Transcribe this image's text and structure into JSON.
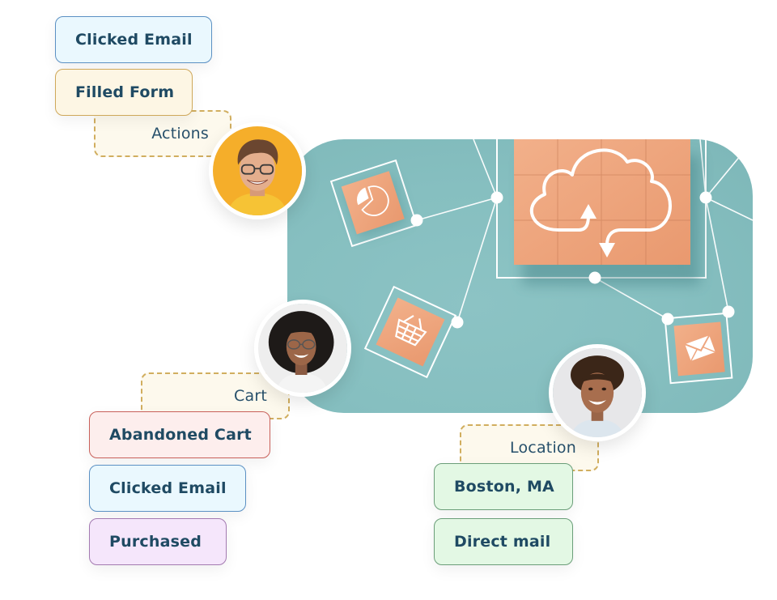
{
  "colors": {
    "panel_teal": "#8ec5c6",
    "block_orange": "#eea67f",
    "text_navy": "#1f4a63"
  },
  "groups": {
    "actions": {
      "label": "Actions",
      "tags": [
        "Clicked Email",
        "Filled Form"
      ]
    },
    "cart": {
      "label": "Cart",
      "tags": [
        "Abandoned Cart",
        "Clicked Email",
        "Purchased"
      ]
    },
    "location": {
      "label": "Location",
      "tags": [
        "Boston, MA",
        "Direct mail"
      ]
    }
  },
  "illustration": {
    "icons": [
      "pie-chart-icon",
      "cloud-sync-icon",
      "shopping-basket-icon",
      "envelope-icon"
    ]
  },
  "avatars": [
    {
      "name": "man-glasses-yellow"
    },
    {
      "name": "woman-curly-glasses"
    },
    {
      "name": "man-curly-smiling"
    }
  ]
}
